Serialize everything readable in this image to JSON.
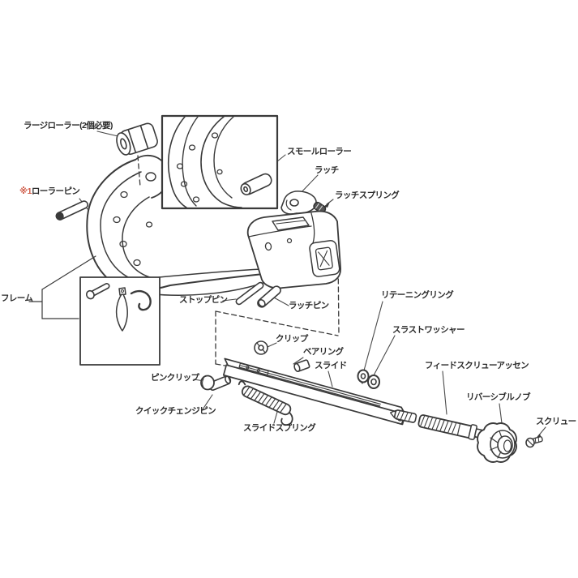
{
  "diagram": {
    "type": "exploded-parts-diagram",
    "subject": "tube-cutter",
    "colors": {
      "background": "#ffffff",
      "line": "#3a3a3a",
      "label": "#2a2a2a",
      "highlight": "#cf5a47"
    }
  },
  "labels": {
    "large_roller": "ラージローラー(2個必要)",
    "small_roller": "スモールローラー",
    "latch": "ラッチ",
    "latch_spring": "ラッチスプリング",
    "roller_pin_prefix": "※1",
    "roller_pin": "ローラーピン",
    "frame": "フレーム",
    "stop_pin": "ストップピン",
    "latch_pin": "ラッチピン",
    "retaining_ring": "リテーニングリング",
    "thrust_washer": "スラストワッシャー",
    "clip": "クリップ",
    "bearing": "ベアリング",
    "slide": "スライド",
    "feed_screw_assy": "フィードスクリューアッセン",
    "pin_clip": "ピンクリップ",
    "reversible_knob": "リバーシブルノブ",
    "quick_change_pin": "クイックチェンジピン",
    "slide_spring": "スライドスプリング",
    "screw": "スクリュー"
  }
}
